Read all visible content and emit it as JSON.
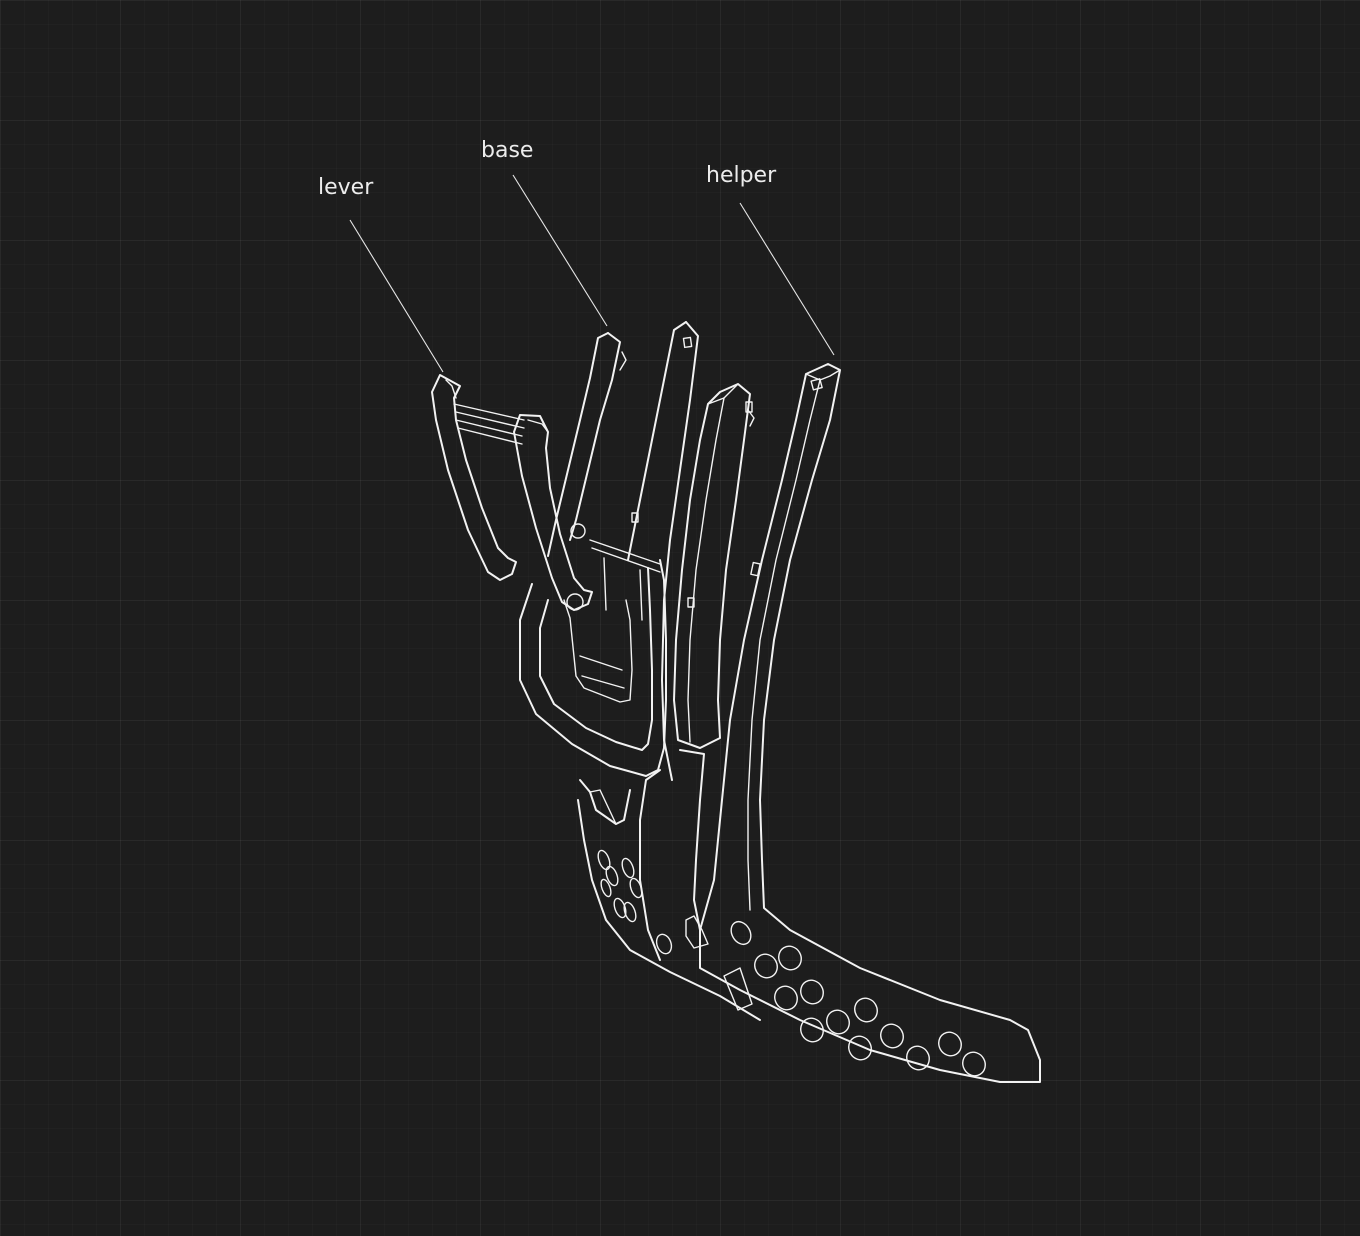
{
  "labels": {
    "lever": "lever",
    "base": "base",
    "helper": "helper"
  },
  "colors": {
    "background": "#1d1d1d",
    "line": "#f2f2f2"
  }
}
